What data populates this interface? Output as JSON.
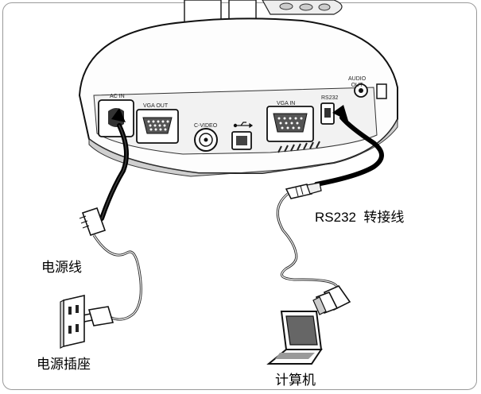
{
  "labels": {
    "power_cord": "电源线",
    "power_outlet": "电源插座",
    "rs232_adapter": "RS232  转接线",
    "computer": "计算机"
  },
  "ports": {
    "ac_in": "AC IN",
    "vga_out": "VGA OUT",
    "c_video": "C-VIDEO",
    "vga_in": "VGA IN",
    "rs232": "RS232",
    "audio_out": "AUDIO OUT"
  }
}
